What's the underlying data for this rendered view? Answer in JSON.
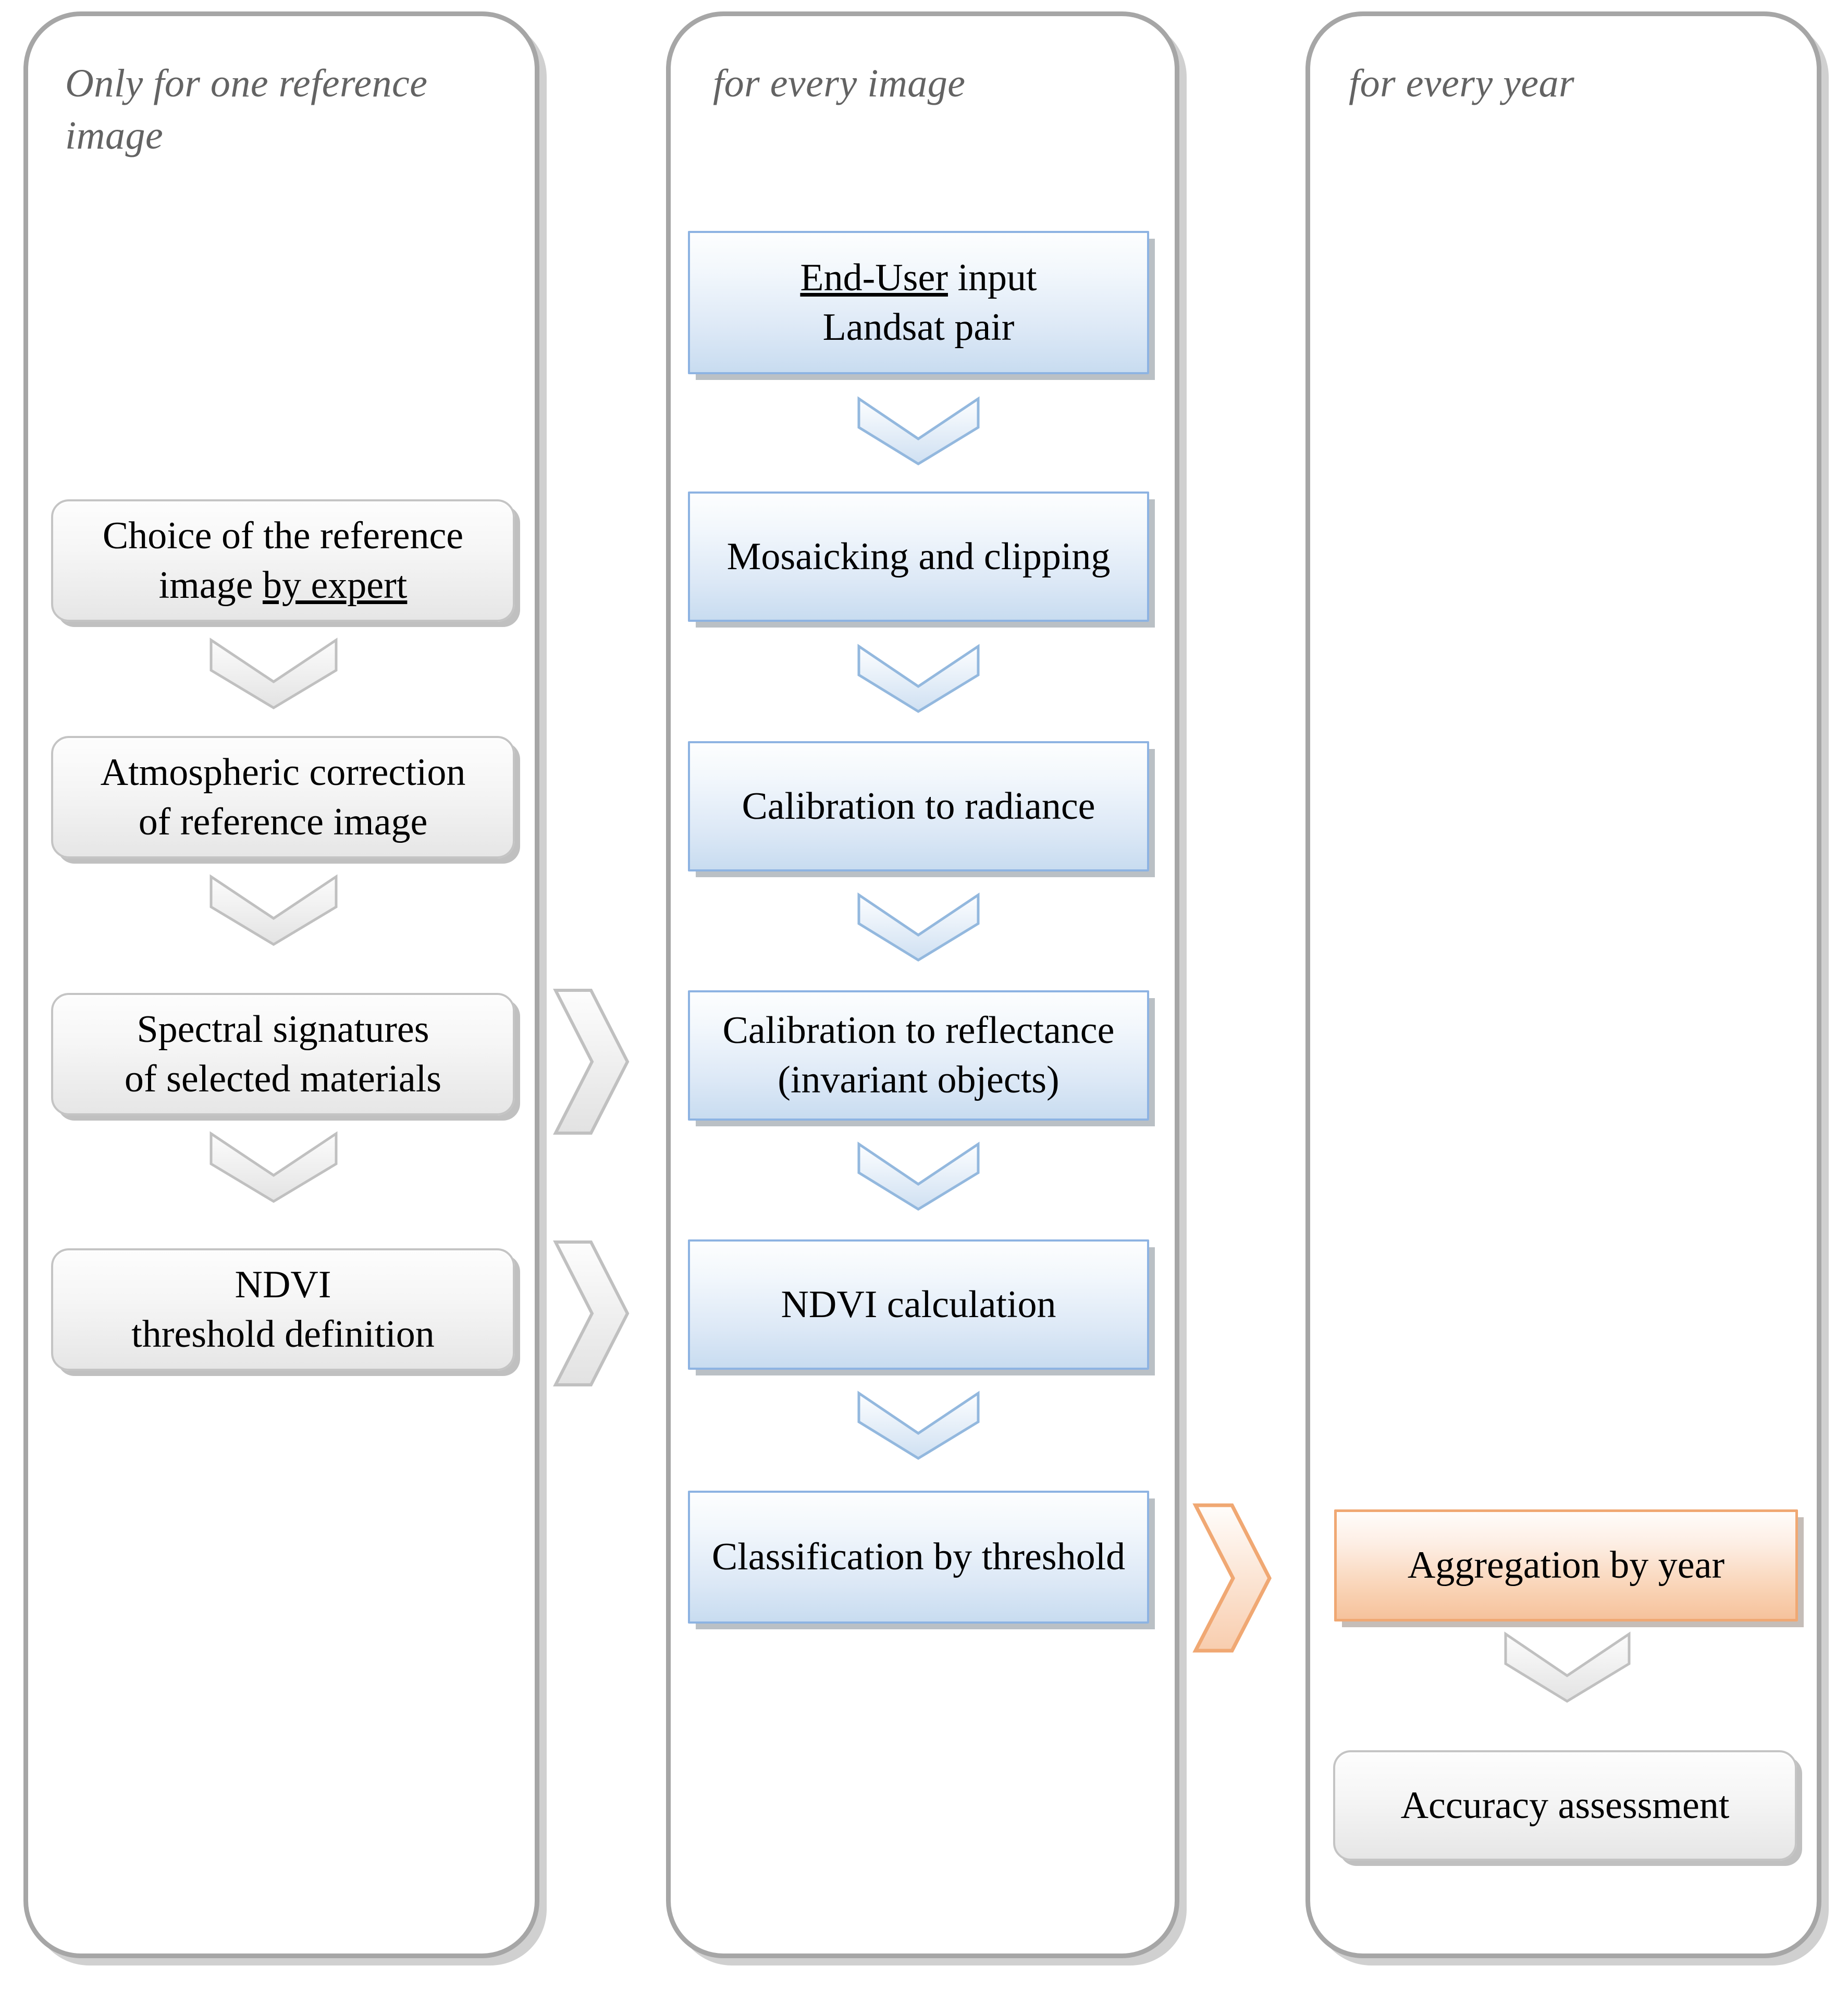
{
  "diagram": {
    "title": "Landsat processing chain flowchart",
    "colors": {
      "lane_border": "#a6a6a6",
      "grey_node_border": "#c4c4c4",
      "blue_node_border": "#8db3e2",
      "blue_node_fill": "#c8dcf0",
      "orange_node_border": "#f0a873",
      "orange_node_fill": "#f6c29c",
      "label_text": "#636363",
      "node_text": "#000000"
    }
  },
  "lanes": [
    {
      "id": "reference",
      "label": "Only for one reference image"
    },
    {
      "id": "per_image",
      "label": "for every image"
    },
    {
      "id": "per_year",
      "label": "for every year"
    }
  ],
  "nodes": {
    "reference": [
      {
        "id": "choice",
        "style": "grey",
        "line1": "Choice of the reference",
        "line2_pre": "image ",
        "line2_underline": "by expert",
        "line2_post": ""
      },
      {
        "id": "atmospheric",
        "style": "grey",
        "line1": "Atmospheric correction",
        "line2_pre": "of reference image"
      },
      {
        "id": "signatures",
        "style": "grey",
        "line1": "Spectral signatures",
        "line2_pre": "of selected materials"
      },
      {
        "id": "threshold",
        "style": "grey",
        "line1": "NDVI",
        "line2_pre": "threshold definition"
      }
    ],
    "per_image": [
      {
        "id": "enduser",
        "style": "blue",
        "line1_underline": "End-User",
        "line1_post": " input",
        "line2_pre": "Landsat pair"
      },
      {
        "id": "mosaicking",
        "style": "blue",
        "line1": "Mosaicking and clipping"
      },
      {
        "id": "radiance",
        "style": "blue",
        "line1": "Calibration to radiance"
      },
      {
        "id": "reflectance",
        "style": "blue",
        "line1": "Calibration to reflectance",
        "line2_pre": "(invariant objects)"
      },
      {
        "id": "ndvi",
        "style": "blue",
        "line1": "NDVI calculation"
      },
      {
        "id": "classify",
        "style": "blue",
        "line1": "Classification by threshold"
      }
    ],
    "per_year": [
      {
        "id": "aggregation",
        "style": "orange",
        "line1": "Aggregation by year"
      },
      {
        "id": "accuracy",
        "style": "grey",
        "line1": "Accuracy assessment"
      }
    ]
  },
  "connectors": [
    {
      "id": "ref-c1",
      "direction": "down",
      "color": "grey"
    },
    {
      "id": "ref-c2",
      "direction": "down",
      "color": "grey"
    },
    {
      "id": "ref-c3",
      "direction": "down",
      "color": "grey"
    },
    {
      "id": "img-c1",
      "direction": "down",
      "color": "blue"
    },
    {
      "id": "img-c2",
      "direction": "down",
      "color": "blue"
    },
    {
      "id": "img-c3",
      "direction": "down",
      "color": "blue"
    },
    {
      "id": "img-c4",
      "direction": "down",
      "color": "blue"
    },
    {
      "id": "img-c5",
      "direction": "down",
      "color": "blue"
    },
    {
      "id": "yr-c1",
      "direction": "down",
      "color": "grey"
    },
    {
      "id": "sig-to-reflectance",
      "direction": "right",
      "color": "grey"
    },
    {
      "id": "thr-to-ndvi",
      "direction": "right",
      "color": "grey"
    },
    {
      "id": "classify-to-agg",
      "direction": "right",
      "color": "orange"
    }
  ]
}
